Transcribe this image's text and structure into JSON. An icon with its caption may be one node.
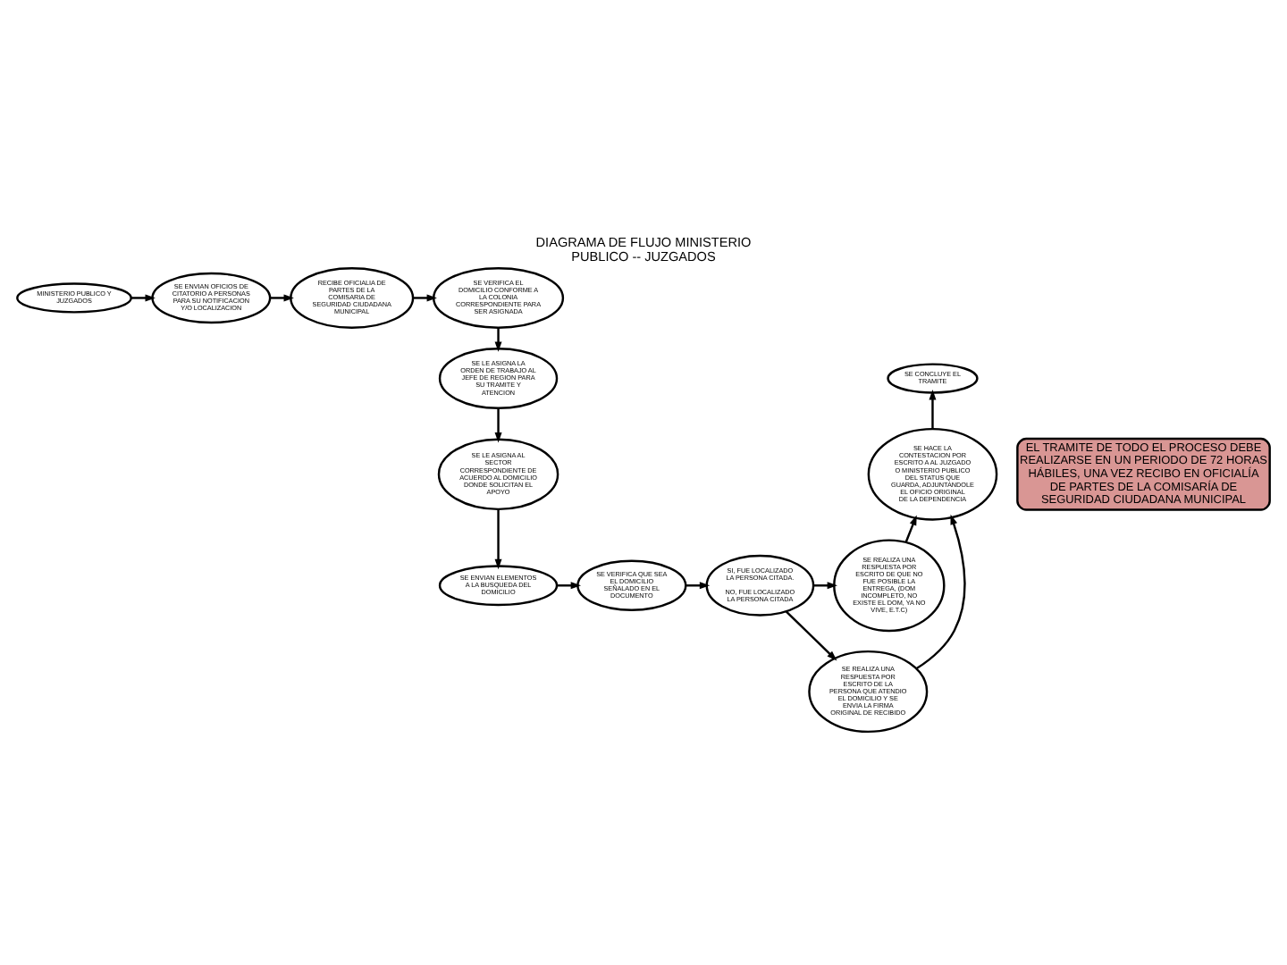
{
  "diagram": {
    "title": "DIAGRAMA DE FLUJO MINISTERIO PUBLICO -- JUZGADOS",
    "nodes": [
      {
        "text": [
          "MINISTERIO PUBLICO Y JUZGADOS"
        ]
      },
      {
        "text": [
          "SE ENVIAN OFICIOS DE CITATORIO A PERSONAS PARA SU NOTIFICACION Y/O LOCALIZACION"
        ]
      },
      {
        "text": [
          "RECIBE OFICIALIA DE PARTES DE LA COMISARIA DE SEGURIDAD CIUDADANA MUNICIPAL"
        ]
      },
      {
        "text": [
          "SE VERIFICA EL DOMICILIO CONFORME A LA COLONIA CORRESPONDIENTE PARA SER ASIGNADA"
        ]
      },
      {
        "text": [
          "SE LE ASIGNA LA ORDEN DE TRABAJO AL JEFE DE REGION PARA SU TRAMITE Y ATENCION"
        ]
      },
      {
        "text": [
          "SE LE ASIGNA AL SECTOR CORRESPONDIENTE DE ACUERDO AL DOMICILIO DONDE SOLICITAN EL APOYO"
        ]
      },
      {
        "text": [
          "SE ENVIAN ELEMENTOS A LA BUSQUEDA DEL DOMICILIO"
        ]
      },
      {
        "text": [
          "SE VERIFICA QUE SEA EL DOMICILIO SEÑALADO EN EL DOCUMENTO"
        ]
      },
      {
        "text": [
          "SI, FUE LOCALIZADO LA PERSONA CITADA.",
          "NO, FUE LOCALIZADO LA PERSONA CITADA"
        ]
      },
      {
        "text": [
          "SE REALIZA UNA RESPUESTA POR ESCRITO DE LA PERSONA QUE ATENDIO EL DOMICILIO Y SE ENVIA LA FIRMA ORIGINAL DE RECIBIDO"
        ]
      },
      {
        "text": [
          "SE REALIZA UNA RESPUESTA POR ESCRITO DE QUE NO FUE POSIBLE LA ENTREGA, (DOM INCOMPLETO, NO EXISTE EL DOM, YA NO VIVE, E.T.C)"
        ]
      },
      {
        "text": [
          "SE HACE LA CONTESTACION POR ESCRITO A AL JUZGADO O MINISTERIO PUBLICO DEL STATUS QUE GUARDA, ADJUNTANDOLE EL OFICIO ORIGINAL DE LA DEPENDENCIA"
        ]
      },
      {
        "text": [
          "SE CONCLUYE EL TRAMITE"
        ]
      },
      {
        "text": [
          "EL TRAMITE DE TODO EL PROCESO DEBE REALIZARSE EN UN PERIODO DE 72 HORAS HÁBILES, UNA VEZ RECIBO EN OFICIALÍA DE PARTES DE LA COMISARÍA DE SEGURIDAD CIUDADANA MUNICIPAL"
        ]
      }
    ],
    "edges": [
      {
        "from": 0,
        "to": 1,
        "arrow": "to"
      },
      {
        "from": 1,
        "to": 2,
        "arrow": "to"
      },
      {
        "from": 2,
        "to": 3,
        "arrow": "to"
      },
      {
        "from": 3,
        "to": 4,
        "arrow": "to"
      },
      {
        "from": 4,
        "to": 5,
        "arrow": "to"
      },
      {
        "from": 5,
        "to": 6,
        "arrow": "to"
      },
      {
        "from": 6,
        "to": 7,
        "arrow": "to"
      },
      {
        "from": 7,
        "to": 8,
        "arrow": "to"
      },
      {
        "from": 8,
        "to": 9,
        "arrow": "to"
      },
      {
        "from": 8,
        "to": 10,
        "arrow": "to"
      },
      {
        "from": 10,
        "to": 11,
        "arrow": "to"
      },
      {
        "from": 9,
        "to": 11,
        "arrow": "to"
      },
      {
        "from": 11,
        "to": 12,
        "arrow": "to"
      }
    ]
  }
}
